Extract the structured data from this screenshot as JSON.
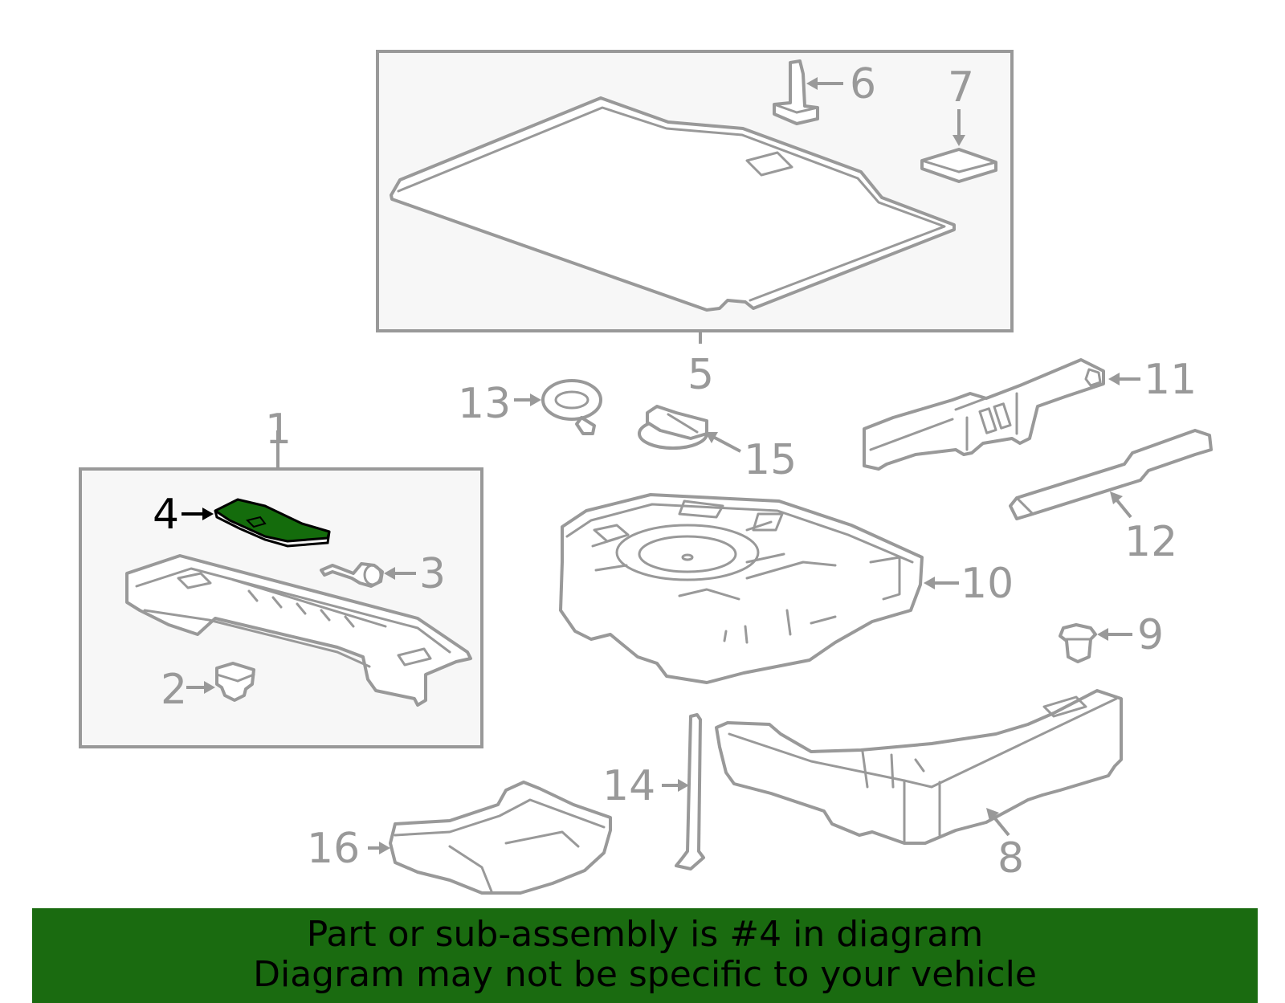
{
  "colors": {
    "line_gray": "#999999",
    "box_fill": "#f7f7f7",
    "highlight_fill": "#146c0c",
    "banner_bg": "#1a6b10",
    "banner_text": "#000000"
  },
  "callouts": {
    "c1": "1",
    "c2": "2",
    "c3": "3",
    "c4": "4",
    "c5": "5",
    "c6": "6",
    "c7": "7",
    "c8": "8",
    "c9": "9",
    "c10": "10",
    "c11": "11",
    "c12": "12",
    "c13": "13",
    "c14": "14",
    "c15": "15",
    "c16": "16"
  },
  "highlighted_part": "4",
  "banner": {
    "line1": "Part or sub-assembly is #4 in diagram",
    "line2": "Diagram may not be specific to your vehicle"
  }
}
